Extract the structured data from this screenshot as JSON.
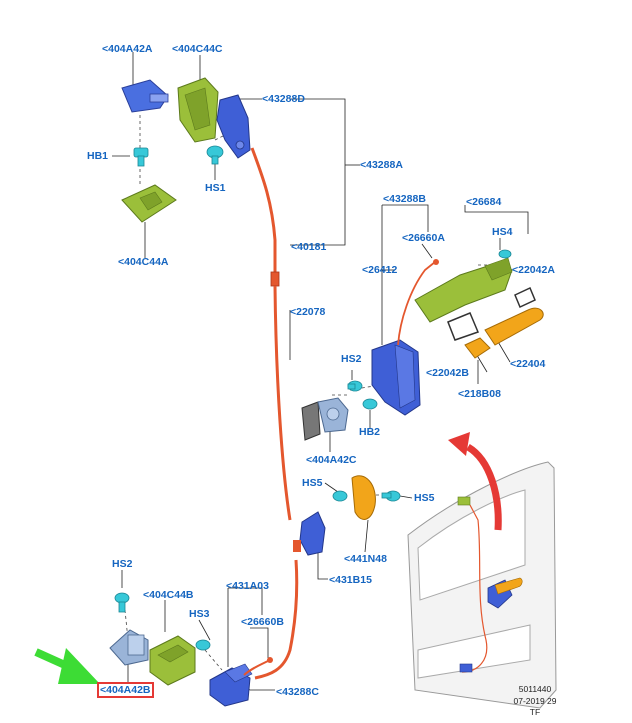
{
  "diagram": {
    "labels": {
      "l_404A42A": "<404A42A",
      "l_404C44C": "<404C44C",
      "l_43288D": "<43288D",
      "l_HB1": "HB1",
      "l_HS1": "HS1",
      "l_43288A": "<43288A",
      "l_404C44A": "<404C44A",
      "l_40181": "<40181",
      "l_43288B": "<43288B",
      "l_26684": "<26684",
      "l_26660A": "<26660A",
      "l_HS4": "HS4",
      "l_26412": "<26412",
      "l_22042A": "<22042A",
      "l_22078": "<22078",
      "l_HS2_top": "HS2",
      "l_22042B": "<22042B",
      "l_22404": "<22404",
      "l_218B08": "<218B08",
      "l_HB2": "HB2",
      "l_404A42C": "<404A42C",
      "l_HS5_left": "HS5",
      "l_HS5_right": "HS5",
      "l_441N48": "<441N48",
      "l_431B15": "<431B15",
      "l_HS2_bottom": "HS2",
      "l_404C44B": "<404C44B",
      "l_431A03": "<431A03",
      "l_HS3": "HS3",
      "l_26660B": "<26660B",
      "l_43288C": "<43288C",
      "l_404A42B": "<404A42B"
    },
    "meta": {
      "code": "5011440",
      "date": "07-2019 29",
      "author": "TF"
    },
    "colors": {
      "label": "#1565c0",
      "cable": "#e4572e",
      "lock_blue": "#3f5fd6",
      "bracket_green": "#9bbf3a",
      "handle_orange": "#f2a51a",
      "clip_cyan": "#37c8d8",
      "highlight_box": "#e53935",
      "pointer_arrow": "#3ddc35",
      "red_arrow": "#e53935"
    }
  }
}
